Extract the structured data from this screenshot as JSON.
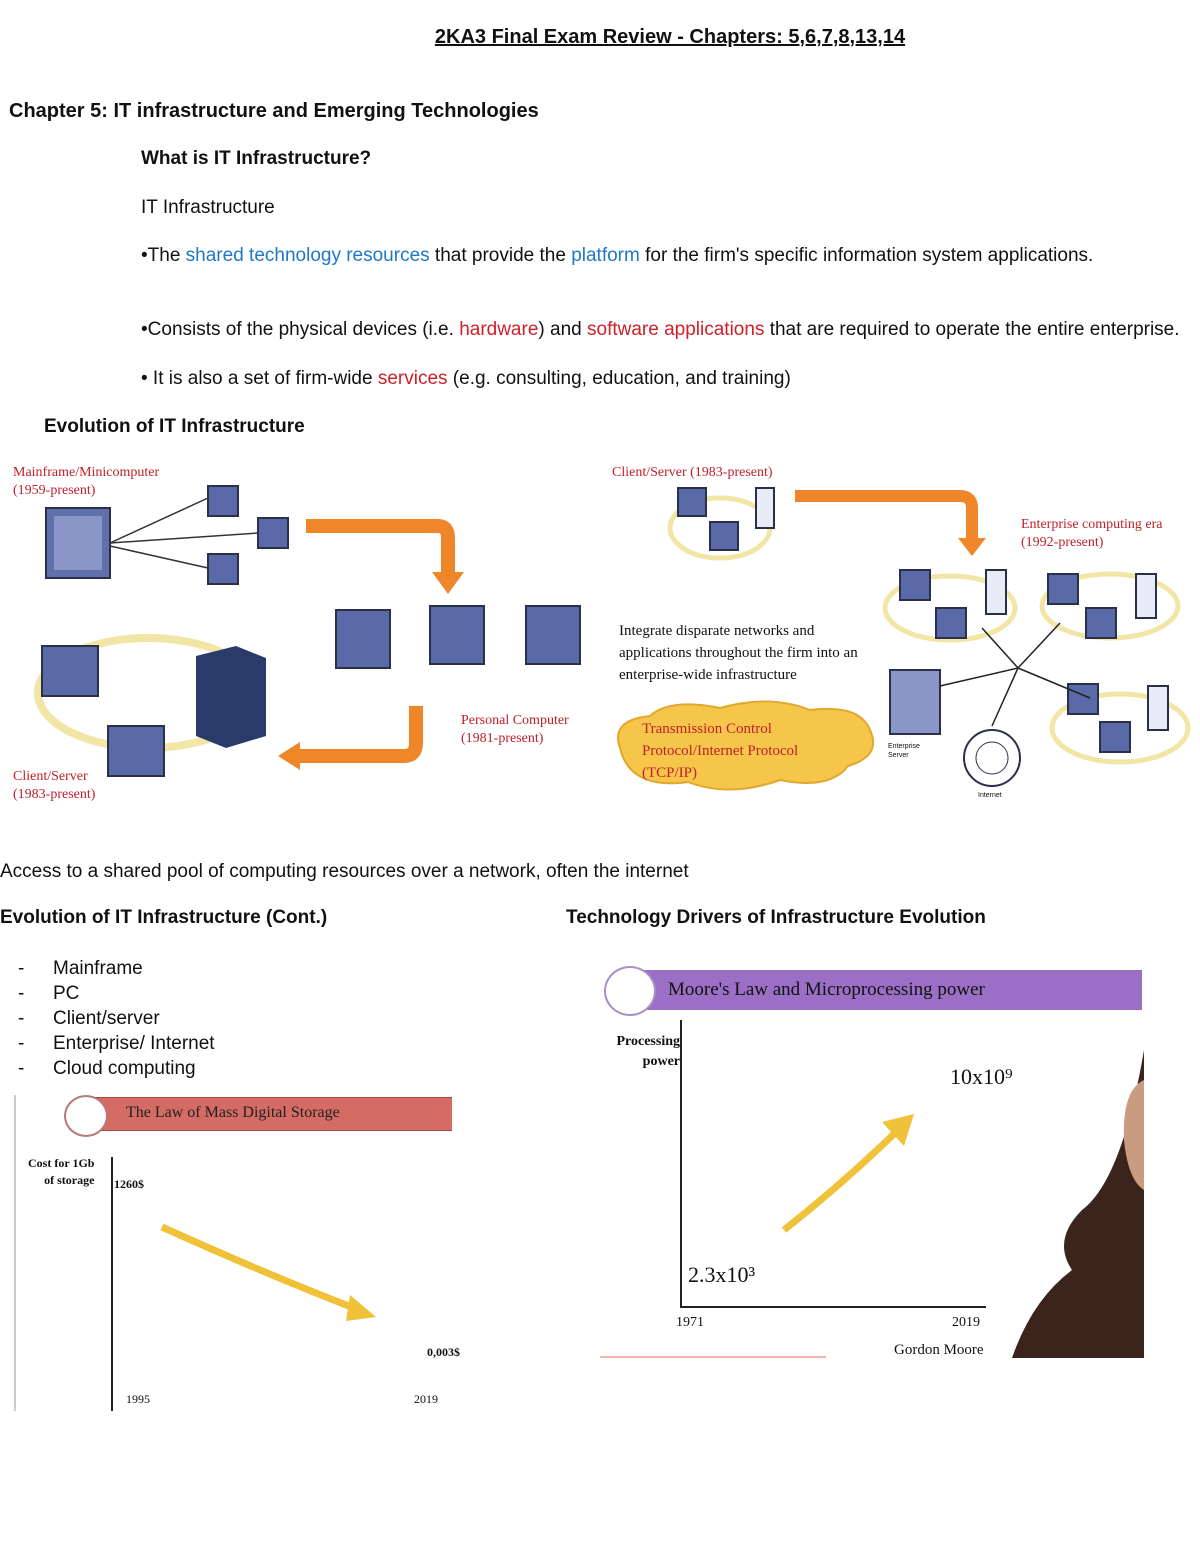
{
  "header": {
    "title": "2KA3 Final Exam Review - Chapters: 5,6,7,8,13,14"
  },
  "chapter": {
    "heading": "Chapter 5: IT infrastructure and Emerging Technologies",
    "question": "What is IT Infrastructure?",
    "term": "IT Infrastructure",
    "p1": {
      "a": "•The ",
      "b": "shared technology resources",
      "c": " that provide the ",
      "d": "platform",
      "e": " for the firm's specific information system applications."
    },
    "p2": {
      "a": "•Consists of the physical devices (i.e. ",
      "b": "hardware",
      "c": ") and ",
      "d": "software applications",
      "e": " that are required to operate the entire enterprise."
    },
    "p3": {
      "a": "• It is also a set of firm-wide ",
      "b": "services",
      "c": " (e.g. consulting, education, and training)"
    }
  },
  "evolution": {
    "heading": "Evolution of IT Infrastructure",
    "left_diagram": {
      "mainframe": "Mainframe/Minicomputer\n(1959-present)",
      "pc": "Personal Computer\n(1981-present)",
      "client_server": "Client/Server\n(1983-present)"
    },
    "right_diagram": {
      "client_server": "Client/Server (1983-present)",
      "enterprise": "Enterprise computing era\n(1992-present)",
      "integrate": "Integrate disparate networks and applications throughout the firm into an enterprise-wide infrastructure",
      "tcpip": "Transmission Control Protocol/Internet Protocol (TCP/IP)",
      "enterprise_server": "Enterprise\nServer",
      "internet": "Internet"
    }
  },
  "cloud_note": "Access to a shared pool of computing resources over a network, often the internet",
  "cont": {
    "heading": "Evolution of IT Infrastructure (Cont.)",
    "items": [
      "Mainframe",
      "PC",
      "Client/server",
      "Enterprise/ Internet",
      "Cloud computing"
    ]
  },
  "storage_slide": {
    "banner": "The Law of Mass Digital Storage",
    "ylabel": "Cost for 1Gb\nof storage",
    "y_start": "1260$",
    "y_end": "0,003$",
    "x_start": "1995",
    "x_end": "2019"
  },
  "drivers": {
    "heading": "Technology Drivers of Infrastructure Evolution",
    "banner": "Moore's Law and Microprocessing power",
    "ylabel": "Processing\npower",
    "v_start": "2.3x10³",
    "v_end": "10x10⁹",
    "x_start": "1971",
    "x_end": "2019",
    "caption": "Gordon Moore"
  },
  "colors": {
    "blue_term": "#1f77c9",
    "red_term": "#d0202a",
    "arrow_orange": "#f0862a",
    "banner_purple": "#9b6fc6",
    "banner_red": "#d46b64"
  }
}
